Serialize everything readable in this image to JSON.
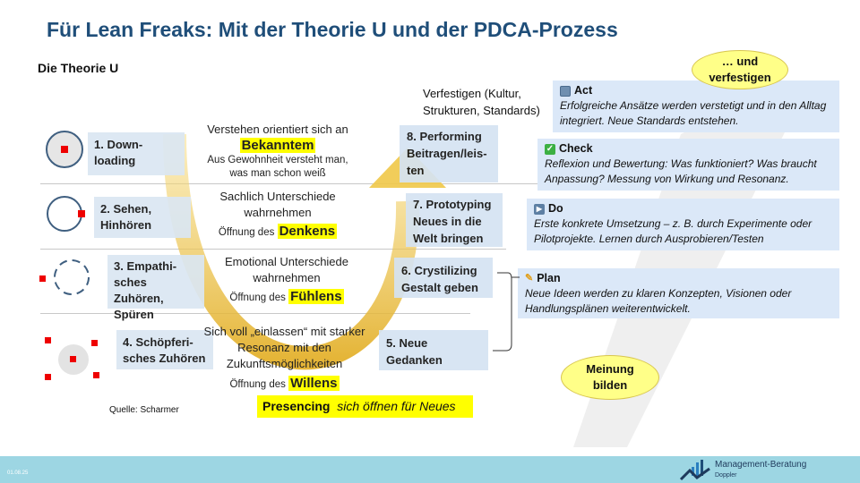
{
  "title": "Für Lean Freaks: Mit der Theorie U und der PDCA-Prozess",
  "subtitle": "Die Theorie U",
  "left_steps": [
    "1. Down-\nloading",
    "2. Sehen,\nHinhören",
    "3. Empathi-\nsches Zuhören,\nSpüren",
    "4. Schöpferi-\nsches Zuhören"
  ],
  "right_steps": [
    "8. Performing\nBeitragen/leis-\nten",
    "7. Prototyping\nNeues in die\nWelt bringen",
    "6. Crystilizing\nGestalt geben",
    "5. Neue\nGedanken"
  ],
  "levels": [
    {
      "line1": "Verstehen orientiert sich an",
      "highlight": "Bekanntem",
      "line3": "Aus Gewohnheit versteht man,\nwas man schon weiß"
    },
    {
      "line1": "Sachlich Unterschiede\nwahrnehmen",
      "prefix": "Öffnung des ",
      "highlight": "Denkens"
    },
    {
      "line1": "Emotional Unterschiede\nwahrnehmen",
      "prefix": "Öffnung des ",
      "highlight": "Fühlens"
    },
    {
      "line1": "Sich voll „einlassen“ mit starker\nResonanz mit den\nZukunftsmöglichkeiten",
      "prefix": "Öffnung des ",
      "highlight": "Willens"
    }
  ],
  "presencing": {
    "bold": "Presencing",
    "italic": "sich öffnen für Neues"
  },
  "source": "Quelle: Scharmer",
  "verfestigen_note": "Verfestigen (Kultur,\nStrukturen, Standards)",
  "ellipse_top": "… und\nverfestigen",
  "ellipse_bottom": "Meinung\nbilden",
  "pdca": [
    {
      "title": "Act",
      "icon": "cycle-icon",
      "desc": "Erfolgreiche Ansätze werden verstetigt und in den Alltag integriert. Neue Standards entstehen."
    },
    {
      "title": "Check",
      "icon": "checkmark-icon",
      "desc": "Reflexion und Bewertung: Was funktioniert? Was braucht Anpassung? Messung von Wirkung und Resonanz."
    },
    {
      "title": "Do",
      "icon": "play-icon",
      "desc": "Erste konkrete Umsetzung – z. B. durch Experimente oder Pilotprojekte. Lernen durch Ausprobieren/Testen"
    },
    {
      "title": "Plan",
      "icon": "pencil-icon",
      "desc": "Neue Ideen werden zu klaren Konzepten, Visionen oder Handlungsplänen weiterentwickelt."
    }
  ],
  "footer": {
    "date": "01.08.25",
    "logo_line1": "Management-Beratung",
    "logo_line2": "Doppler"
  },
  "colors": {
    "title": "#1f4e79",
    "highlight": "#ffff00",
    "arrow": "#e8b830",
    "footer": "#9dd6e3"
  }
}
